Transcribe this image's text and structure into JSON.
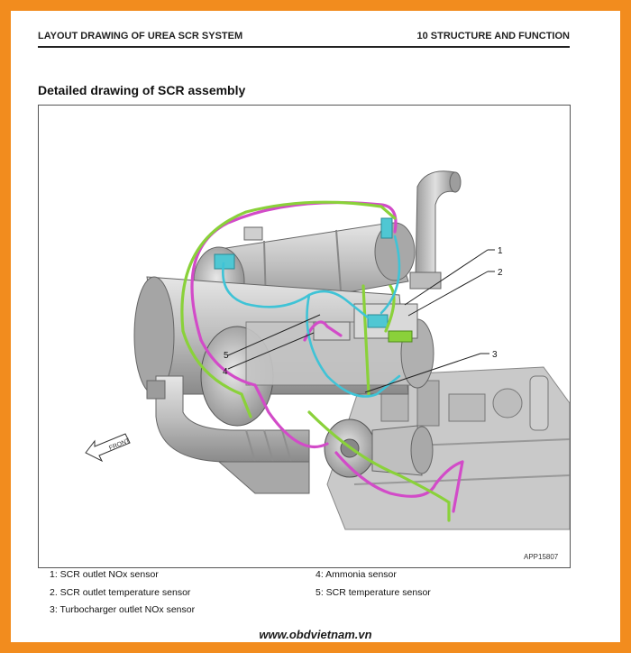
{
  "header": {
    "left": "LAYOUT DRAWING OF UREA SCR SYSTEM",
    "right": "10 STRUCTURE AND FUNCTION"
  },
  "section_title": "Detailed drawing of SCR assembly",
  "figure": {
    "code": "APP15807",
    "front_label": "FRONT",
    "callouts": [
      "1",
      "2",
      "3",
      "4",
      "5"
    ],
    "colors": {
      "pink_harness": "#d24bc8",
      "green_harness": "#8ad13a",
      "cyan_harness": "#3fc3d6",
      "metal": "#b9b9b9"
    }
  },
  "legend": {
    "item1": "1: SCR outlet NOx sensor",
    "item2": "2. SCR outlet temperature sensor",
    "item3": "3: Turbocharger outlet NOx sensor",
    "item4": "4: Ammonia sensor",
    "item5": "5: SCR temperature sensor"
  },
  "footer": {
    "website": "www.obdvietnam.vn"
  }
}
